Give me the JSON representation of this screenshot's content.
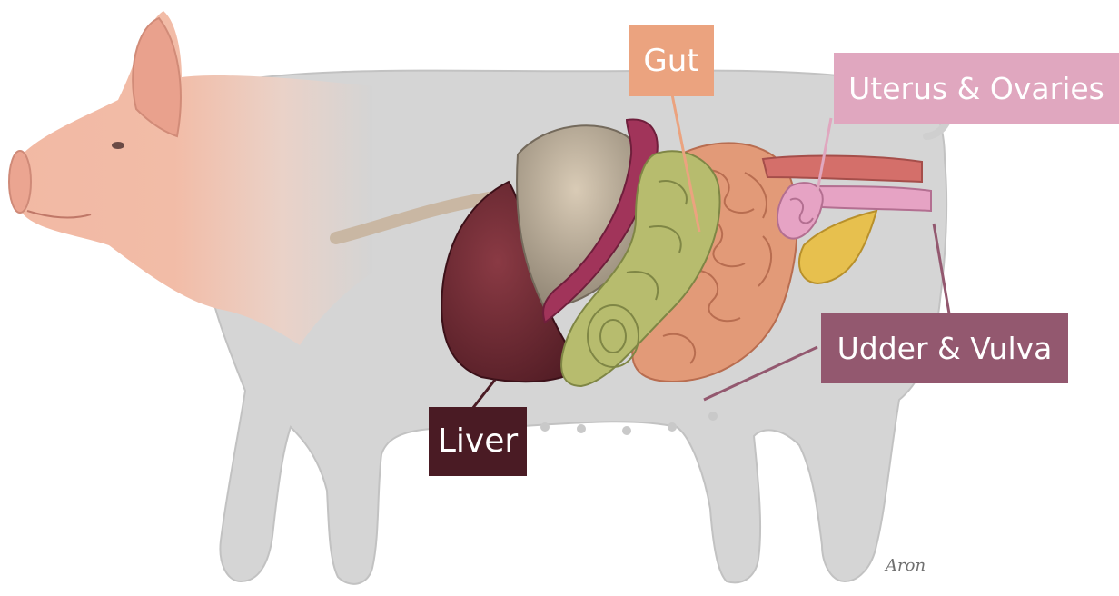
{
  "labels": {
    "gut": "Gut",
    "uterus_ovaries": "Uterus & Ovaries",
    "udder_vulva": "Udder & Vulva",
    "liver": "Liver"
  },
  "signature": "Aron",
  "colors": {
    "silhouette": "#d4d4d4",
    "skin": "#f1b7a1",
    "gut_label": "#eba37f",
    "uterus_label": "#e0a7bf",
    "udder_label": "#93586f",
    "liver_label": "#4a1b24",
    "liver": "#6d2731",
    "stomach": "#b3a592",
    "spleen": "#a1345a",
    "colon": "#b7bc6e",
    "small_intestine": "#e29a78",
    "uterus": "#e6a3c4",
    "bladder": "#e7c04e",
    "rectum": "#d46f6a"
  }
}
